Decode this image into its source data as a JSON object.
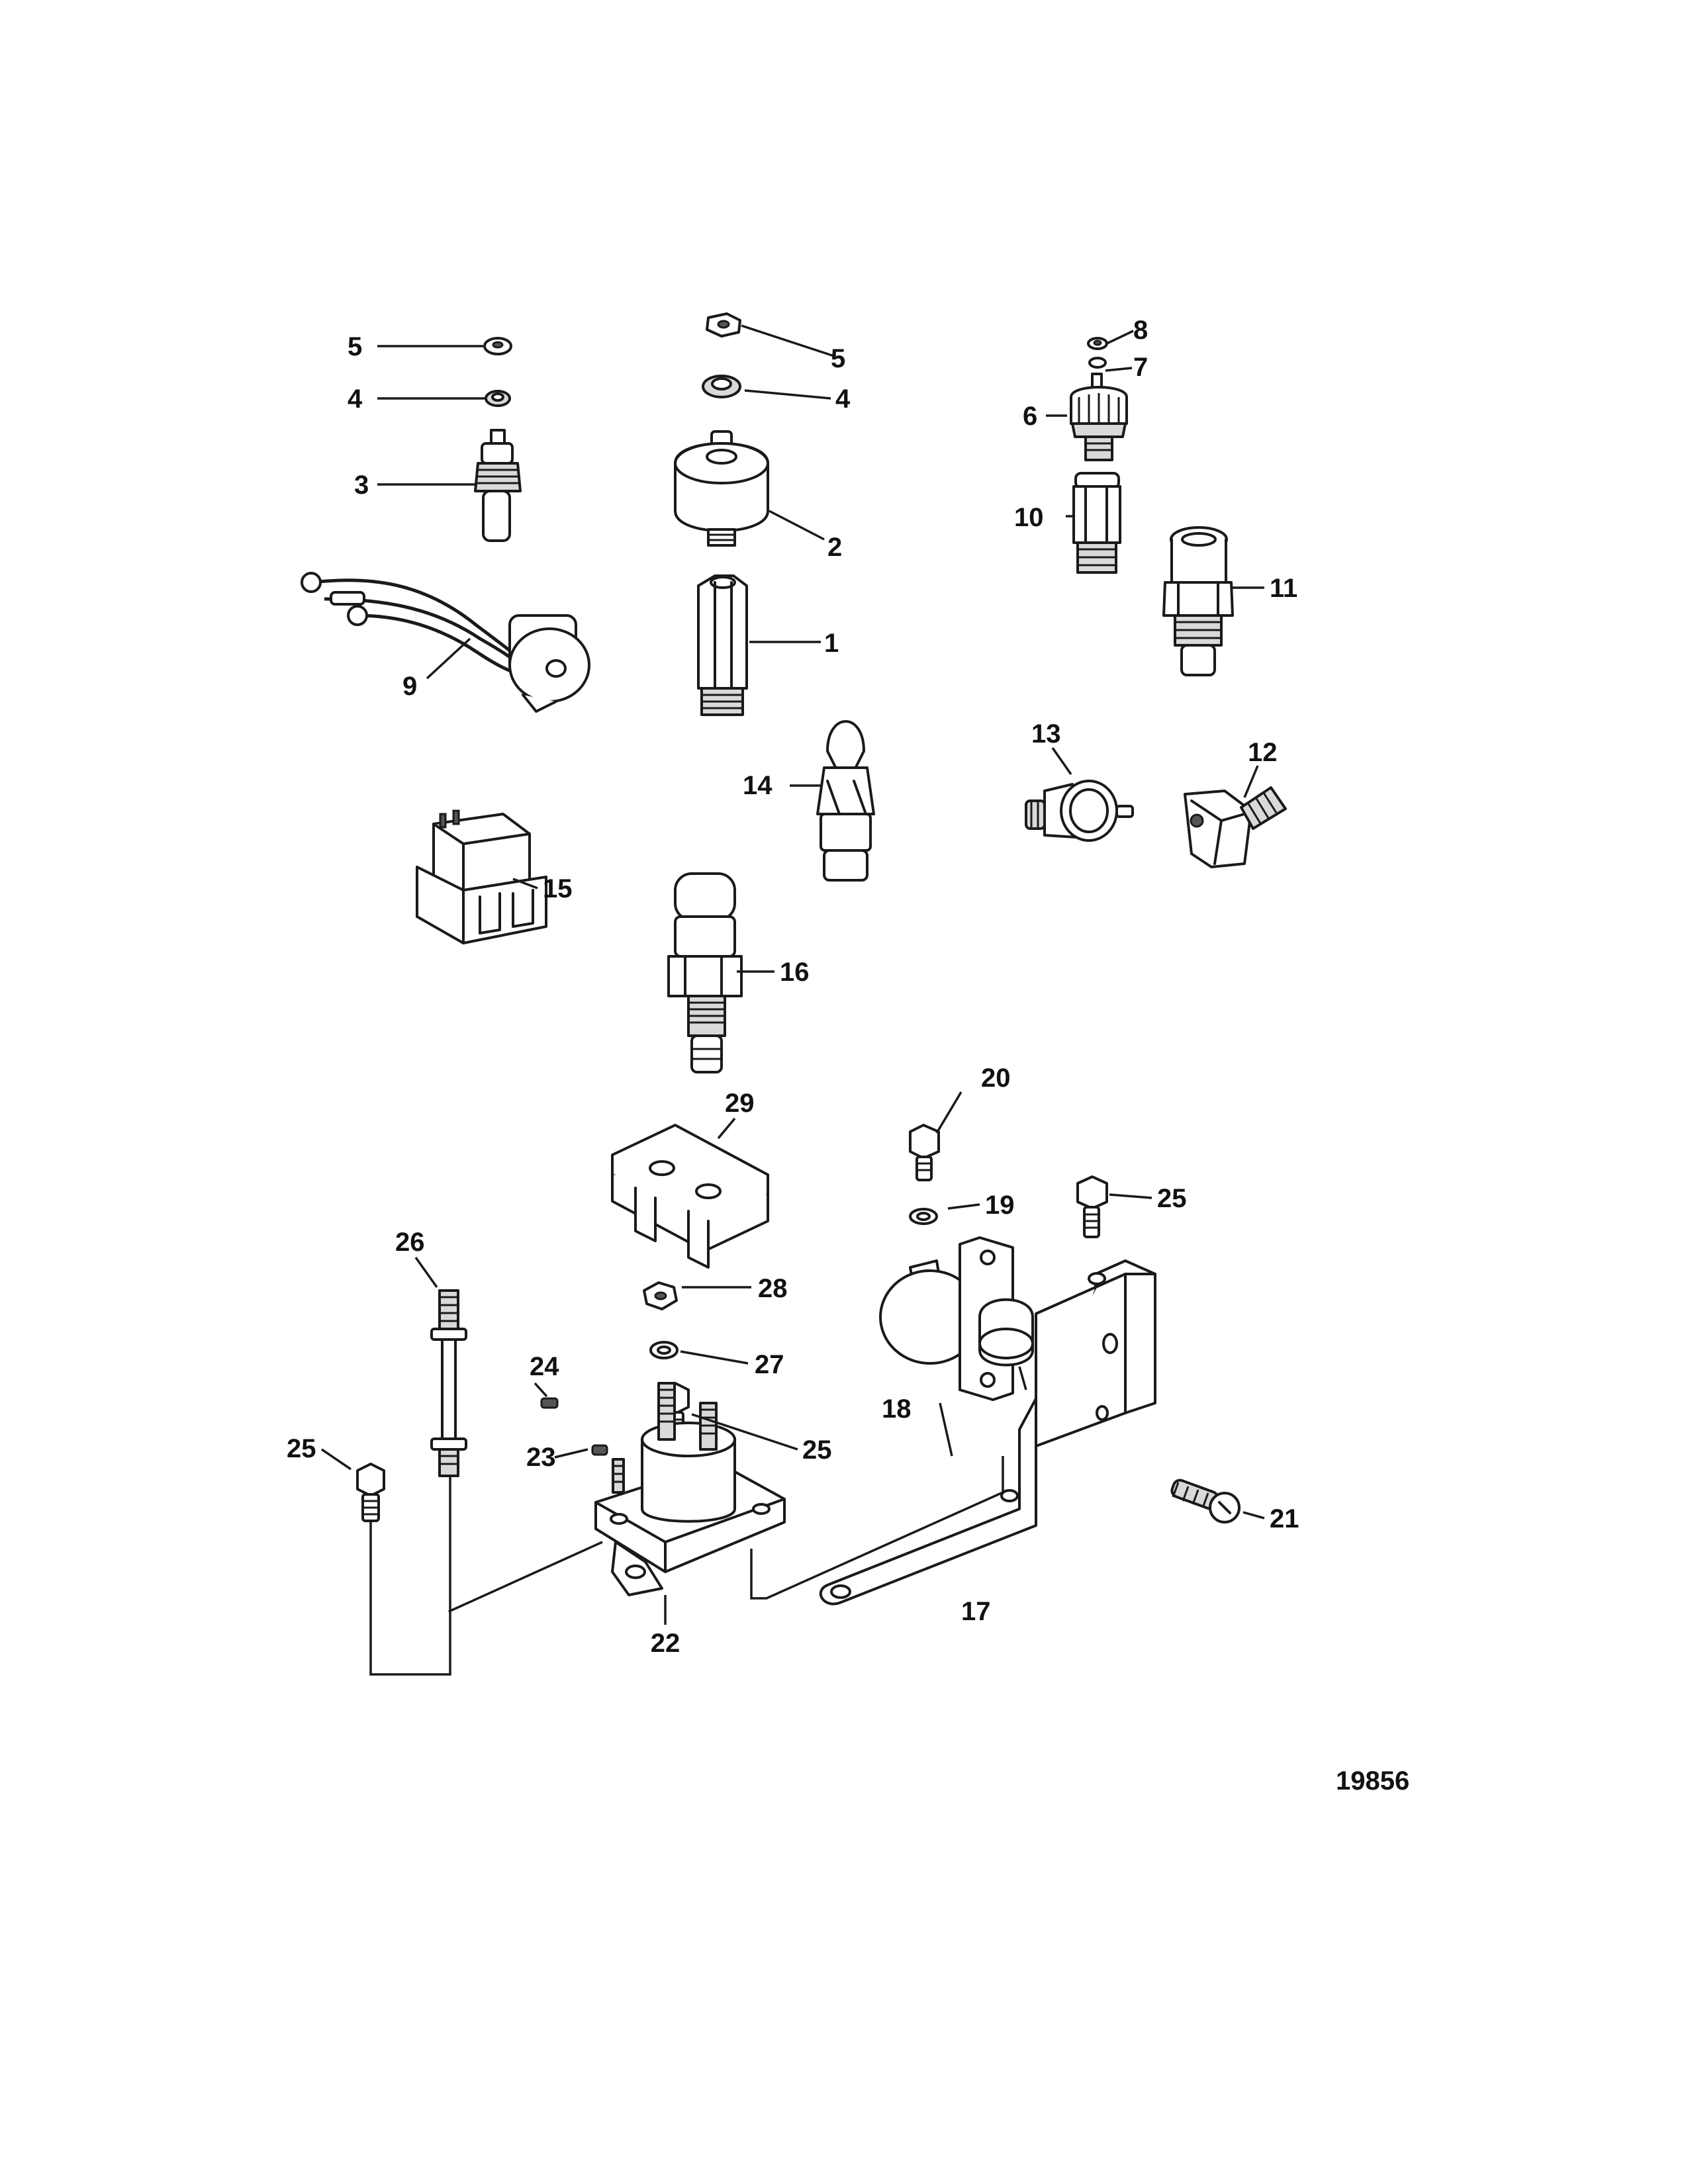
{
  "figure_id": "19856",
  "callouts": {
    "c1": "1",
    "c2": "2",
    "c3": "3",
    "c4a": "4",
    "c4b": "4",
    "c5a": "5",
    "c5b": "5",
    "c6": "6",
    "c7": "7",
    "c8": "8",
    "c9": "9",
    "c10": "10",
    "c11": "11",
    "c12": "12",
    "c13": "13",
    "c14": "14",
    "c15": "15",
    "c16": "16",
    "c17": "17",
    "c18": "18",
    "c19": "19",
    "c20": "20",
    "c21": "21",
    "c22": "22",
    "c23": "23",
    "c24": "24",
    "c25a": "25",
    "c25b": "25",
    "c25c": "25",
    "c26": "26",
    "c27": "27",
    "c28": "28",
    "c29": "29"
  }
}
